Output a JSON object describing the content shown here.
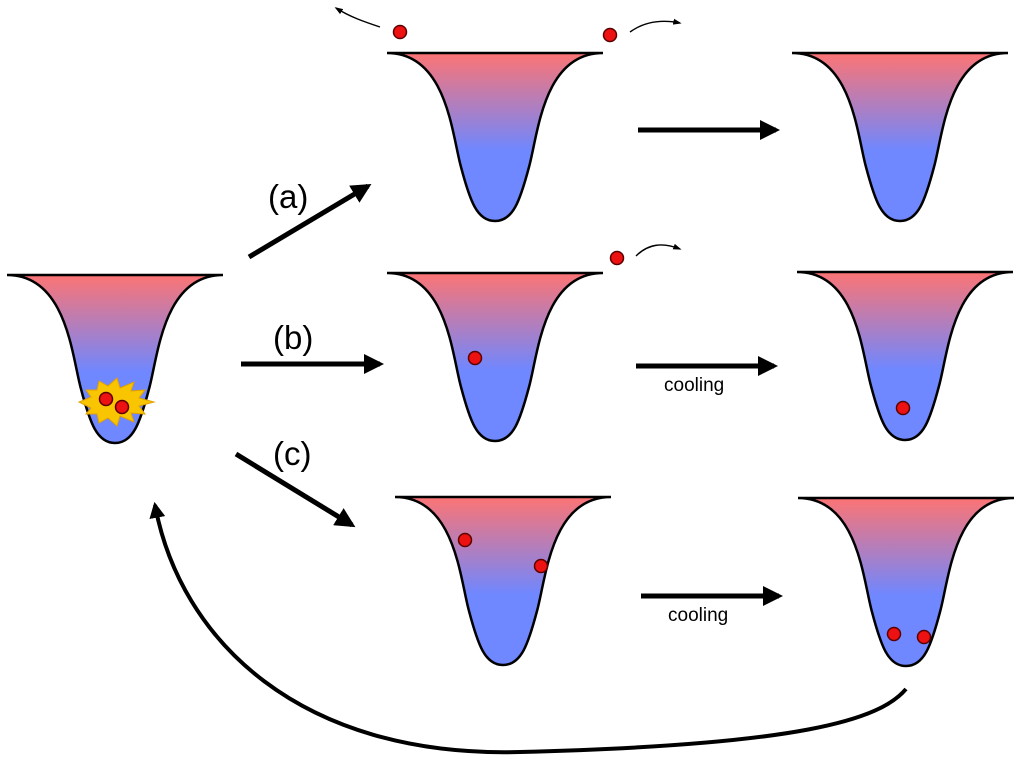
{
  "diagram": {
    "path_labels": {
      "a": "(a)",
      "b": "(b)",
      "c": "(c)"
    },
    "process_labels": {
      "b": "cooling",
      "c": "cooling"
    },
    "colors": {
      "well_top": "#fc7474",
      "well_bottom": "#6f87ff",
      "well_outline": "#000000",
      "particle_fill": "#ee1111",
      "particle_stroke": "#5a0000",
      "collision_burst": "#f9c400",
      "arrow": "#000000"
    }
  }
}
